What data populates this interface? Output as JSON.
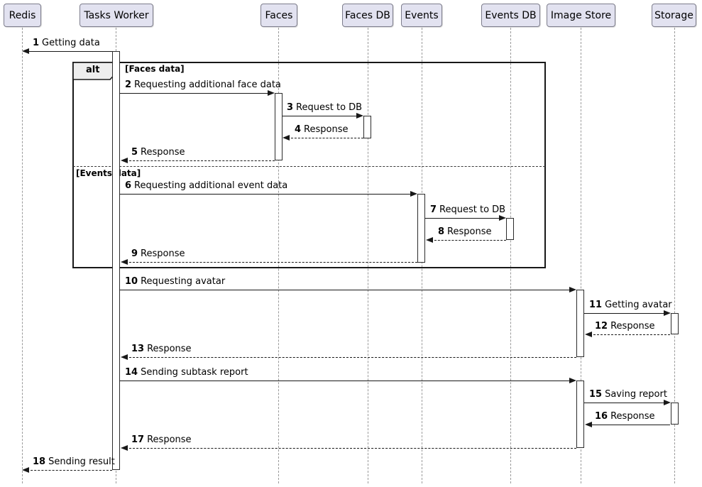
{
  "diagram": {
    "type": "uml-sequence",
    "participants": [
      {
        "name": "Redis"
      },
      {
        "name": "Tasks Worker"
      },
      {
        "name": "Faces"
      },
      {
        "name": "Faces DB"
      },
      {
        "name": "Events"
      },
      {
        "name": "Events DB"
      },
      {
        "name": "Image Store"
      },
      {
        "name": "Storage"
      }
    ],
    "frame": {
      "operator": "alt",
      "guards": [
        "[Faces data]",
        "[Events data]"
      ]
    },
    "messages": [
      {
        "num": "1",
        "text": "Getting data",
        "from": "Tasks Worker",
        "to": "Redis",
        "line": "solid"
      },
      {
        "num": "2",
        "text": "Requesting additional face data",
        "from": "Tasks Worker",
        "to": "Faces",
        "line": "solid"
      },
      {
        "num": "3",
        "text": "Request to DB",
        "from": "Faces",
        "to": "Faces DB",
        "line": "solid"
      },
      {
        "num": "4",
        "text": "Response",
        "from": "Faces DB",
        "to": "Faces",
        "line": "dashed"
      },
      {
        "num": "5",
        "text": "Response",
        "from": "Faces",
        "to": "Tasks Worker",
        "line": "dashed"
      },
      {
        "num": "6",
        "text": "Requesting additional event data",
        "from": "Tasks Worker",
        "to": "Events",
        "line": "solid"
      },
      {
        "num": "7",
        "text": "Request to DB",
        "from": "Events",
        "to": "Events DB",
        "line": "solid"
      },
      {
        "num": "8",
        "text": "Response",
        "from": "Events DB",
        "to": "Events",
        "line": "dashed"
      },
      {
        "num": "9",
        "text": "Response",
        "from": "Events",
        "to": "Tasks Worker",
        "line": "dashed"
      },
      {
        "num": "10",
        "text": "Requesting avatar",
        "from": "Tasks Worker",
        "to": "Image Store",
        "line": "solid"
      },
      {
        "num": "11",
        "text": "Getting avatar",
        "from": "Image Store",
        "to": "Storage",
        "line": "solid"
      },
      {
        "num": "12",
        "text": "Response",
        "from": "Storage",
        "to": "Image Store",
        "line": "dashed"
      },
      {
        "num": "13",
        "text": "Response",
        "from": "Image Store",
        "to": "Tasks Worker",
        "line": "dashed"
      },
      {
        "num": "14",
        "text": "Sending subtask report",
        "from": "Tasks Worker",
        "to": "Image Store",
        "line": "solid"
      },
      {
        "num": "15",
        "text": "Saving report",
        "from": "Image Store",
        "to": "Storage",
        "line": "solid"
      },
      {
        "num": "16",
        "text": "Response",
        "from": "Storage",
        "to": "Image Store",
        "line": "solid"
      },
      {
        "num": "17",
        "text": "Response",
        "from": "Image Store",
        "to": "Tasks Worker",
        "line": "dashed"
      },
      {
        "num": "18",
        "text": "Sending result",
        "from": "Tasks Worker",
        "to": "Redis",
        "line": "dashed"
      }
    ],
    "colors": {
      "participant_fill": "#E2E2F0",
      "participant_border": "#7d7d8c",
      "frame_border": "#181818",
      "frame_label_fill": "#EEEEEE",
      "arrow": "#181818",
      "lifeline": "#9a9a9a",
      "activation_fill": "#ffffff",
      "background": "#ffffff"
    }
  }
}
